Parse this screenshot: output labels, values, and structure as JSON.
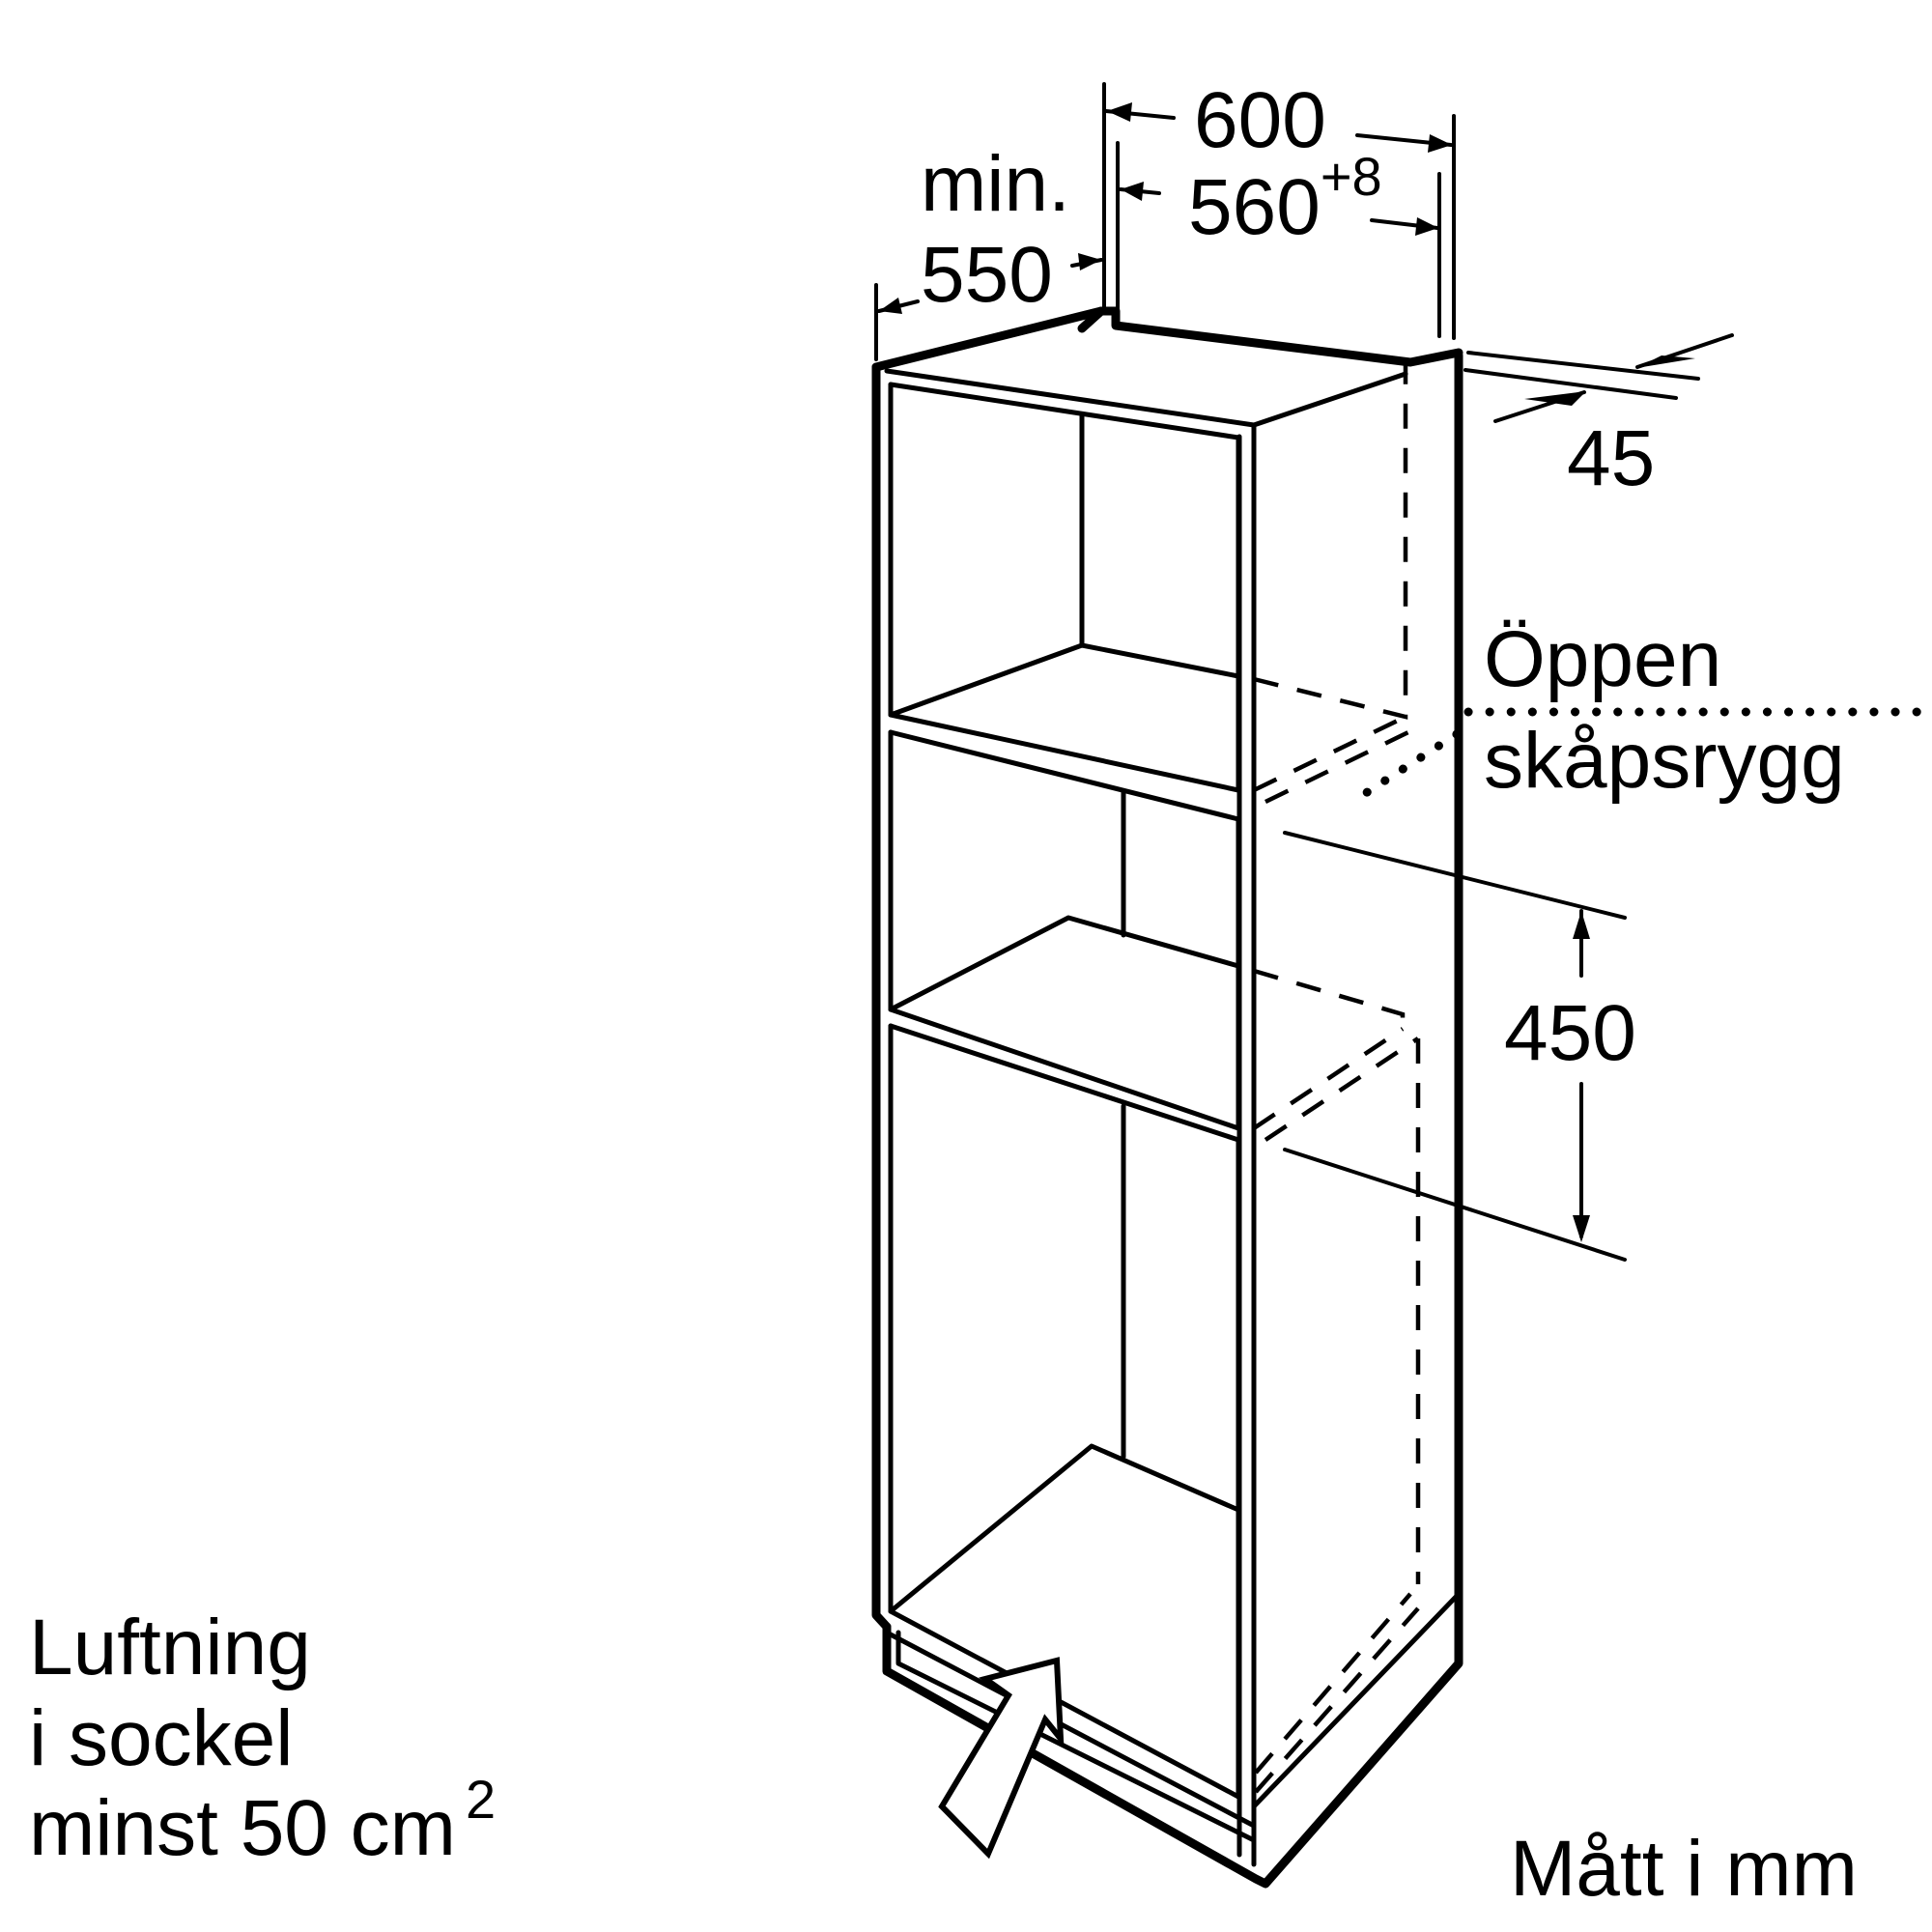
{
  "drawing": {
    "type": "installation-dimension-diagram",
    "subject": "tall cabinet with built-in appliance niche",
    "dimensions": {
      "outer_width": "600",
      "niche_width": "560",
      "niche_width_tolerance": "+8",
      "min_depth_prefix": "min.",
      "min_depth": "550",
      "rear_gap": "45",
      "niche_height": "450"
    },
    "labels": {
      "open_back_line1": "Öppen",
      "open_back_line2": "skåpsrygg",
      "ventilation_line1": "Luftning",
      "ventilation_line2": "i sockel",
      "ventilation_line3": "minst 50 cm",
      "ventilation_superscript": "2",
      "units": "Mått i mm"
    },
    "colors": {
      "line": "#000000",
      "background": "#ffffff"
    }
  }
}
